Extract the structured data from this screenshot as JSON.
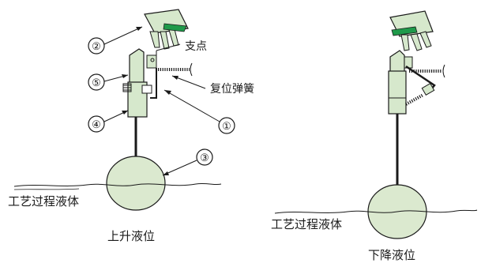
{
  "labels": {
    "pivot": "支点",
    "reset_spring": "复位弹簧",
    "process_liquid": "工艺过程液体",
    "rising_level": "上升液位",
    "falling_level": "下降液位"
  },
  "callouts": [
    "①",
    "②",
    "③",
    "④",
    "⑤"
  ],
  "colors": {
    "float_fill": "#dbe9cf",
    "body_fill": "#d6e8cc",
    "switch_green": "#1f9a4a",
    "line": "#1a1a1a"
  }
}
